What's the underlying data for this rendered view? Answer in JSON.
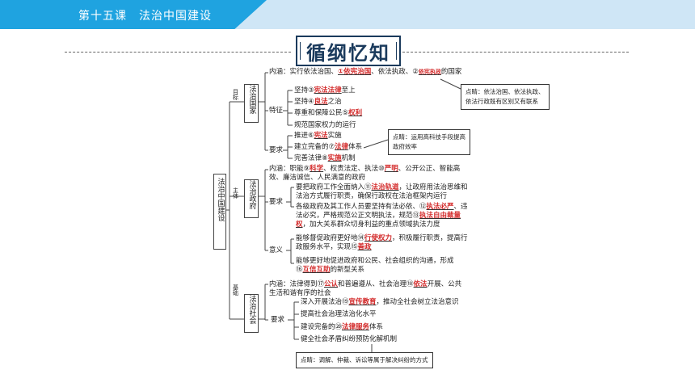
{
  "header": {
    "lesson": "第十五课",
    "title": "法治中国建设"
  },
  "section_title": "循纲忆知",
  "root": "法治中国建设",
  "labels": {
    "goal": "目标",
    "subject": "主体",
    "foundation": "基础"
  },
  "country": {
    "name": "法治国家",
    "neihan": {
      "prefix": "内涵：实行依法治国、",
      "a1": "①依宪治国",
      "mid": "、依法执政、②",
      "a2": "依宪执政",
      "suffix": "的国家"
    },
    "tezheng_label": "特征",
    "tezheng": [
      {
        "pre": "坚持③",
        "ans": "宪法法律",
        "post": "至上"
      },
      {
        "pre": "坚持④",
        "ans": "良法",
        "post": "之治"
      },
      {
        "pre": "尊重和保障公民⑤",
        "ans": "权利",
        "post": ""
      },
      {
        "pre": "规范国家权力的运行",
        "ans": "",
        "post": ""
      }
    ],
    "yaoqiu_label": "要求",
    "yaoqiu": [
      {
        "pre": "推进⑥",
        "ans": "宪法",
        "post": "实施"
      },
      {
        "pre": "建立完备的⑦",
        "ans": "法律",
        "post": "体系"
      },
      {
        "pre": "完善法律⑧",
        "ans": "实施",
        "post": "机制"
      }
    ]
  },
  "notes": {
    "n1": [
      "点睛：依法治国、依法执政、",
      "依法行政既有区别又有联系"
    ],
    "n2": [
      "点睛：运用高科技手段提高",
      "政府效率"
    ],
    "n3": "点睛：调解、仲裁、诉讼等属于解决纠纷的方式"
  },
  "government": {
    "name": "法治政府",
    "neihan1": {
      "pre": "内涵：职能⑨",
      "a1": "科学",
      "mid": "、权责法定、执法⑩",
      "a2": "严明",
      "post": "、公开公正、智能高"
    },
    "neihan2": "效、廉洁诚信、人民满意的政府",
    "yaoqiu_label": "要求",
    "yq1": {
      "pre": "要把政府工作全面纳入⑪",
      "ans": "法治轨道",
      "post": "，让政府用法治思维和"
    },
    "yq2": "法治方式履行职责，确保行政权在法治框架内运行",
    "yq3": {
      "pre": "各级政府及其工作人员要坚持有法必依、⑫",
      "ans": "执法必严",
      "post": "、违"
    },
    "yq4": {
      "pre": "法必究，严格规范公正文明执法，规范⑬",
      "ans": "执法自由裁量"
    },
    "yq5": {
      "ans": "权",
      "post": "，加大关系群众切身利益的重点领域执法力度"
    },
    "yiyi_label": "意义",
    "yy1": {
      "pre": "能够督促政府更好地⑭",
      "ans": "行使权力",
      "post": "，积极履行职责，提高行"
    },
    "yy2": {
      "pre": "政服务水平，实现⑮",
      "ans": "善政"
    },
    "yy3": "能够更好地促进政府和公民、社会组织的沟通，形成",
    "yy4": {
      "pre": "⑯",
      "ans": "互信互助",
      "post": "的新型关系"
    }
  },
  "society": {
    "name": "法治社会",
    "neihan1": {
      "pre": "内涵：法律得到⑰",
      "a1": "公认",
      "mid": "和普遍遵从、社会治理⑱",
      "a2": "依法",
      "post": "开展、公共"
    },
    "neihan2": "生活和谐有序的社会",
    "yaoqiu_label": "要求",
    "yq": [
      {
        "pre": "深入开展法治⑲",
        "ans": "宣传教育",
        "post": "，推动全社会树立法治意识"
      },
      {
        "pre": "提高社会治理法治化水平",
        "ans": "",
        "post": ""
      },
      {
        "pre": "建设完备的⑳",
        "ans": "法律服务",
        "post": "体系"
      },
      {
        "pre": "健全社会矛盾纠纷预防化解机制",
        "ans": "",
        "post": ""
      }
    ]
  }
}
